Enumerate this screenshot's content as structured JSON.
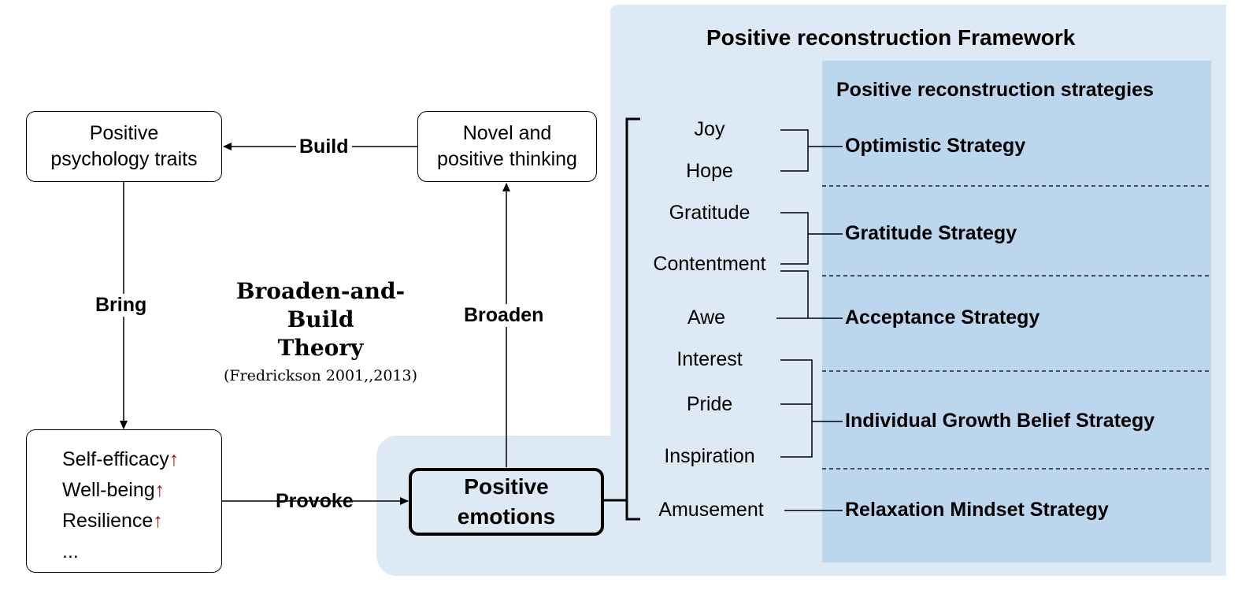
{
  "framework": {
    "title": "Positive reconstruction Framework",
    "strategies_heading": "Positive reconstruction strategies"
  },
  "theory": {
    "title_line1": "Broaden-and-Build",
    "title_line2": "Theory",
    "citation": "(Fredrickson 2001,,2013)"
  },
  "nodes": {
    "traits": {
      "line1": "Positive",
      "line2": "psychology traits"
    },
    "thinking": {
      "line1": "Novel and",
      "line2": "positive thinking"
    },
    "outcomes": {
      "items": [
        "Self-efficacy",
        "Well-being",
        "Resilience",
        "..."
      ],
      "marker": "↑"
    },
    "emotions": {
      "line1": "Positive",
      "line2": "emotions"
    }
  },
  "relations": {
    "build": "Build",
    "bring": "Bring",
    "broaden": "Broaden",
    "provoke": "Provoke"
  },
  "emotions": [
    "Joy",
    "Hope",
    "Gratitude",
    "Contentment",
    "Awe",
    "Interest",
    "Pride",
    "Inspiration",
    "Amusement"
  ],
  "strategies": [
    "Optimistic Strategy",
    "Gratitude Strategy",
    "Acceptance Strategy",
    "Individual Growth Belief Strategy",
    "Relaxation Mindset Strategy"
  ],
  "colors": {
    "panel_light": "#dde9f5",
    "panel_dark": "#bcd6ee",
    "increase_arrow": "#a50f0f"
  }
}
